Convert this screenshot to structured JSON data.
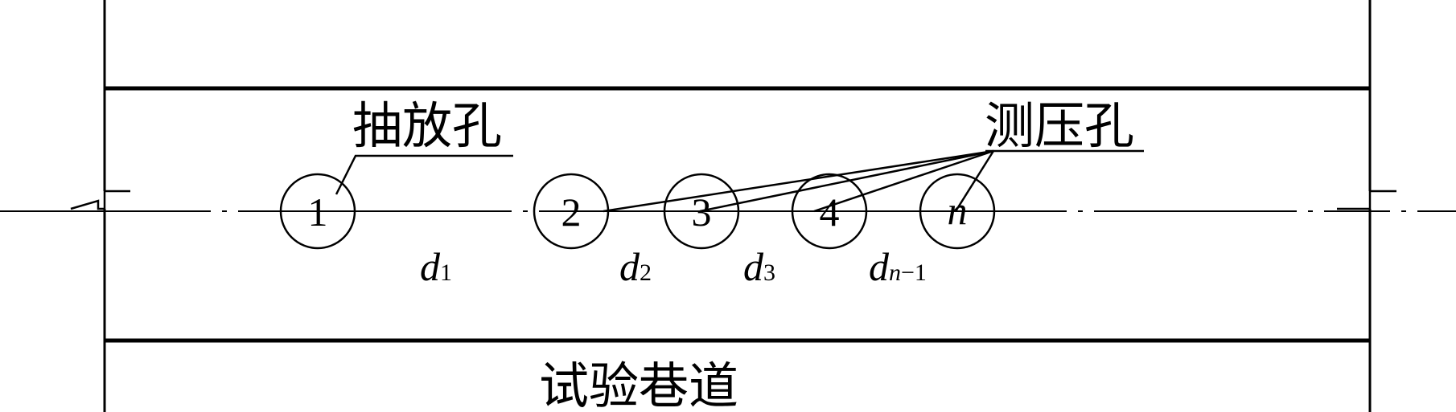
{
  "labels": {
    "extraction_hole": "抽放孔",
    "pressure_hole": "测压孔",
    "roadway": "试验巷道"
  },
  "holes": [
    {
      "id": "1"
    },
    {
      "id": "2"
    },
    {
      "id": "3"
    },
    {
      "id": "4"
    },
    {
      "id": "n"
    }
  ],
  "distances": [
    {
      "main": "d",
      "sub": "1"
    },
    {
      "main": "d",
      "sub": "2"
    },
    {
      "main": "d",
      "sub": "3"
    },
    {
      "main": "d",
      "sub_italic": "n",
      "sub": "−1"
    }
  ]
}
